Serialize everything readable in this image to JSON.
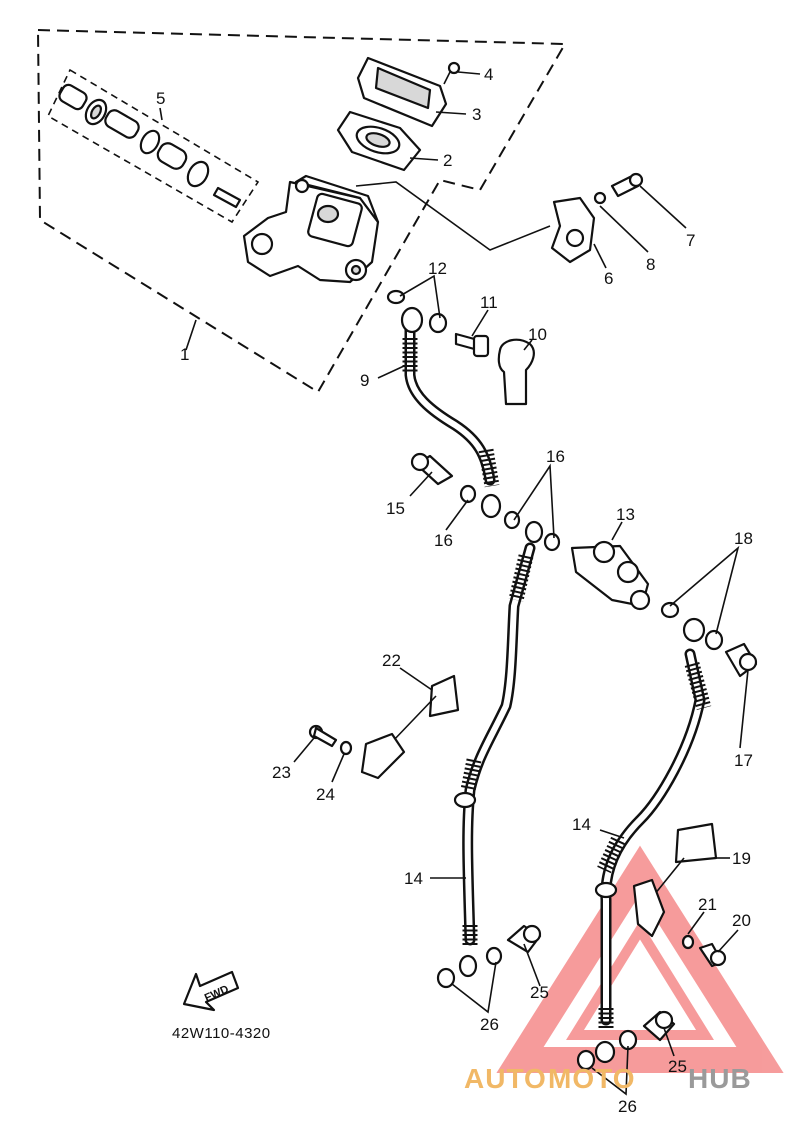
{
  "diagram_code": "42W110-4320",
  "fwd_label": "FWD",
  "part_labels": {
    "p1": "1",
    "p2": "2",
    "p3": "3",
    "p4": "4",
    "p5": "5",
    "p6": "6",
    "p7": "7",
    "p8": "8",
    "p9": "9",
    "p10": "10",
    "p11": "11",
    "p12": "12",
    "p13": "13",
    "p14a": "14",
    "p14b": "14",
    "p15": "15",
    "p16a": "16",
    "p16b": "16",
    "p17": "17",
    "p18": "18",
    "p19": "19",
    "p20": "20",
    "p21": "21",
    "p22": "22",
    "p23": "23",
    "p24": "24",
    "p25a": "25",
    "p25b": "25",
    "p26a": "26",
    "p26b": "26"
  },
  "watermark": {
    "part1": "AUTO",
    "part2": "MOTO",
    "part3": "HUB",
    "triangle_color": "#ef4b4b",
    "text_color": "#f1b866",
    "hub_color": "#9a9a9a"
  }
}
